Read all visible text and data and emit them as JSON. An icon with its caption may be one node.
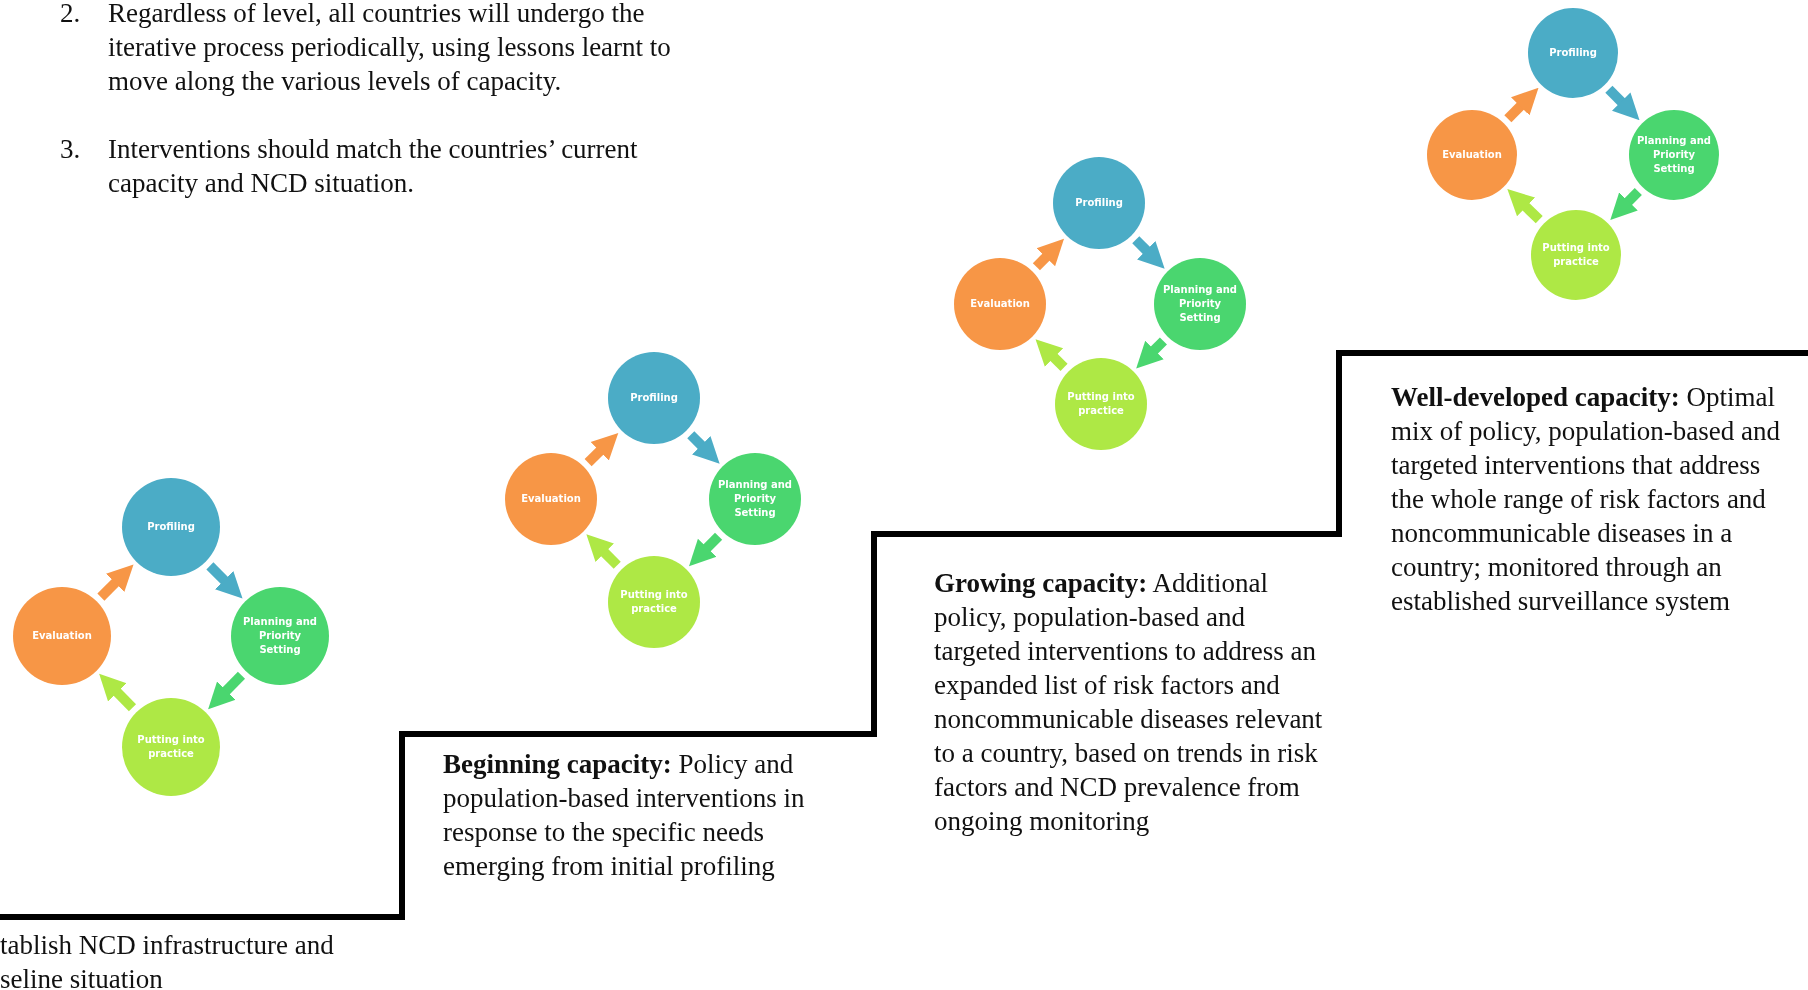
{
  "diagram": {
    "nodes": [
      {
        "text": [
          "Profiling"
        ]
      },
      {
        "text": [
          "Evaluation"
        ]
      },
      {
        "text": [
          "Planning and Priority Setting"
        ]
      },
      {
        "text": [
          "Putting into practice"
        ]
      },
      {
        "text": [
          "Profiling"
        ]
      },
      {
        "text": [
          "Evaluation"
        ]
      },
      {
        "text": [
          "Planning and Priority Setting"
        ]
      },
      {
        "text": [
          "Putting into practice"
        ]
      },
      {
        "text": [
          "Profiling"
        ]
      },
      {
        "text": [
          "Evaluation"
        ]
      },
      {
        "text": [
          "Planning and Priority Setting"
        ]
      },
      {
        "text": [
          "Putting into practice"
        ]
      },
      {
        "text": [
          "Profiling"
        ]
      },
      {
        "text": [
          "Evaluation"
        ]
      },
      {
        "text": [
          "Planning and Priority Setting"
        ]
      },
      {
        "text": [
          "Putting into practice"
        ]
      }
    ],
    "edges": [
      {
        "from": 0,
        "to": 2,
        "arrow": "to",
        "color": "#4bacc6"
      },
      {
        "from": 2,
        "to": 3,
        "arrow": "to",
        "color": "#4ad66f"
      },
      {
        "from": 3,
        "to": 1,
        "arrow": "to",
        "color": "#aee845"
      },
      {
        "from": 1,
        "to": 0,
        "arrow": "to",
        "color": "#f79646"
      },
      {
        "from": 4,
        "to": 6,
        "arrow": "to",
        "color": "#4bacc6"
      },
      {
        "from": 6,
        "to": 7,
        "arrow": "to",
        "color": "#4ad66f"
      },
      {
        "from": 7,
        "to": 5,
        "arrow": "to",
        "color": "#aee845"
      },
      {
        "from": 5,
        "to": 4,
        "arrow": "to",
        "color": "#f79646"
      },
      {
        "from": 8,
        "to": 10,
        "arrow": "to",
        "color": "#4bacc6"
      },
      {
        "from": 10,
        "to": 11,
        "arrow": "to",
        "color": "#4ad66f"
      },
      {
        "from": 11,
        "to": 9,
        "arrow": "to",
        "color": "#aee845"
      },
      {
        "from": 9,
        "to": 8,
        "arrow": "to",
        "color": "#f79646"
      },
      {
        "from": 12,
        "to": 14,
        "arrow": "to",
        "color": "#4bacc6"
      },
      {
        "from": 14,
        "to": 15,
        "arrow": "to",
        "color": "#4ad66f"
      },
      {
        "from": 15,
        "to": 13,
        "arrow": "to",
        "color": "#aee845"
      },
      {
        "from": 13,
        "to": 12,
        "arrow": "to",
        "color": "#f79646"
      }
    ],
    "labels": [
      "2.",
      "Regardless of level, all countries will undergo the iterative process periodically, using lessons learnt to move along the various levels of capacity.",
      "3.",
      "Interventions should match the countries’ current capacity and NCD situation.",
      "**Well-developed capacity:** Optimal mix of policy, population-based and targeted interventions that address the whole range of risk factors and noncommunicable diseases in a country; monitored through an established surveillance system",
      "**Growing capacity:**  Additional policy, population-based and targeted interventions to address an expanded list of risk factors and noncommunicable diseases relevant to a country, based on trends in risk factors and NCD prevalence from ongoing monitoring",
      "**Beginning capacity:**  Policy and population-based interventions in response to the specific needs emerging from initial profiling",
      "tablish NCD infrastructure and seline situation"
    ]
  }
}
